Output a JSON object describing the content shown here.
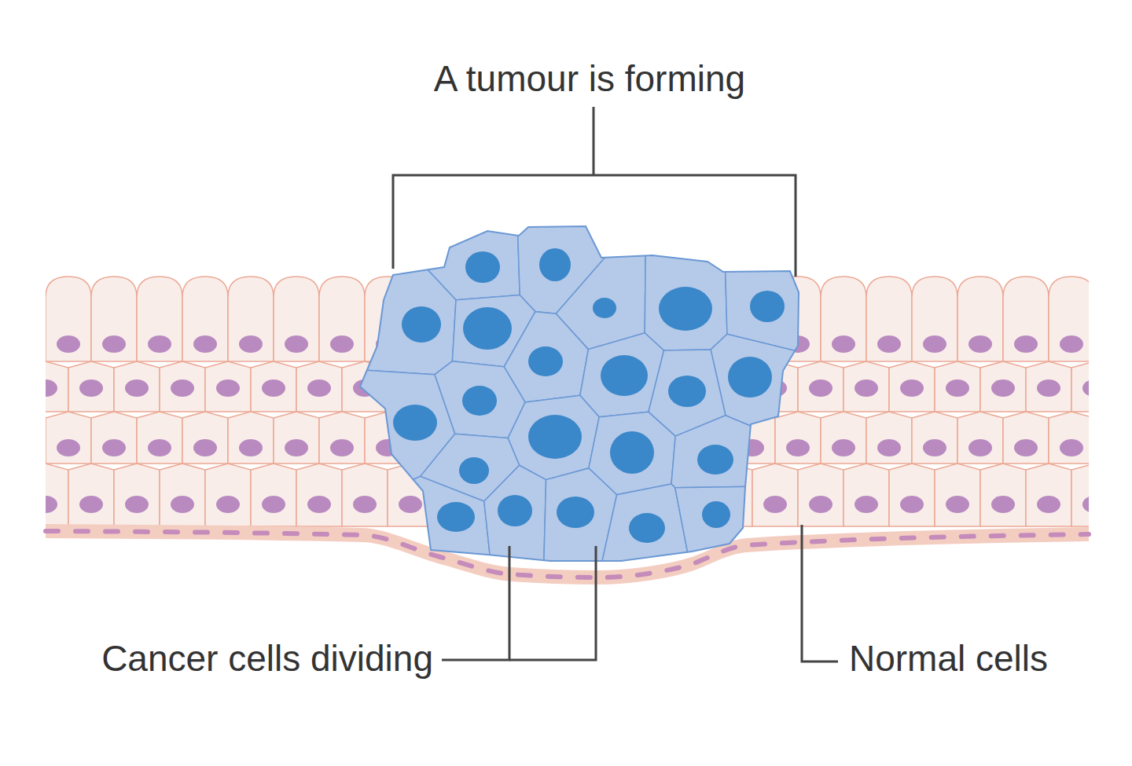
{
  "diagram": {
    "labels": [
      "A tumour is forming",
      "Cancer cells dividing",
      "Normal cells"
    ]
  }
}
